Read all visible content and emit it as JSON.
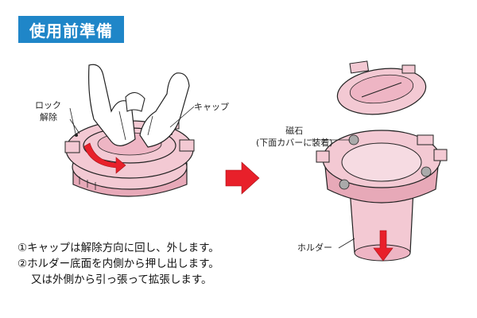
{
  "title": "使用前準備",
  "labels": {
    "lock_release_line1": "ロック",
    "lock_release_line2": "解除",
    "cap": "キャップ",
    "magnet_line1": "磁石",
    "magnet_line2": "(下面カバーに装着)",
    "holder": "ホルダー"
  },
  "instructions": {
    "step1": "①キャップは解除方向に回し、外します。",
    "step2": "②ホルダー底面を内側から押し出します。",
    "step2_alt": "又は外側から引っ張って拡張します。"
  },
  "colors": {
    "title_bg": "#1f86c8",
    "product_pink": "#f3c9d3",
    "product_pink_dark": "#e7a9b8",
    "arrow_red": "#e8202a",
    "outline": "#222222"
  },
  "icons": {
    "rotate_arrow": "curved-arrow-right",
    "transition_arrow": "arrow-right",
    "pull_arrow": "arrow-down"
  }
}
